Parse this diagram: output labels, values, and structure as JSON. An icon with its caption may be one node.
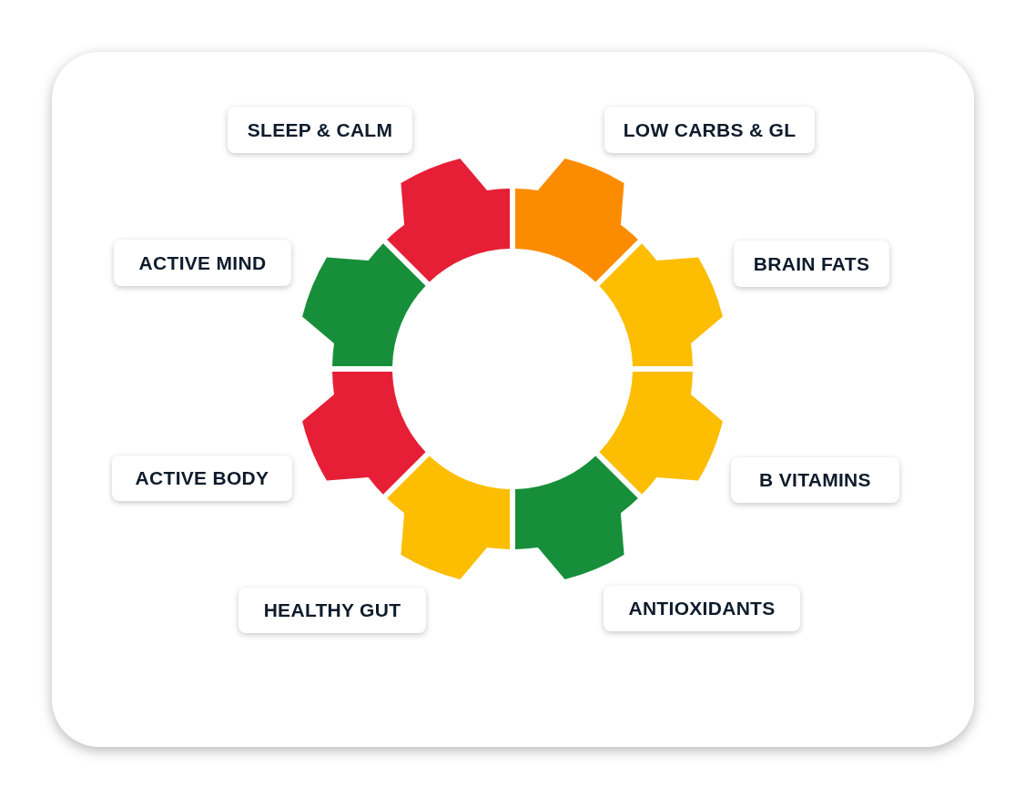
{
  "diagram": {
    "nodes": [
      {
        "text": [
          "SLEEP & CALM"
        ]
      },
      {
        "text": [
          "LOW CARBS & GL"
        ]
      },
      {
        "text": [
          "ACTIVE MIND"
        ]
      },
      {
        "text": [
          "BRAIN FATS"
        ]
      },
      {
        "text": [
          "ACTIVE BODY"
        ]
      },
      {
        "text": [
          "B VITAMINS"
        ]
      },
      {
        "text": [
          "HEALTHY GUT"
        ]
      },
      {
        "text": [
          "ANTIOXIDANTS"
        ]
      }
    ]
  }
}
